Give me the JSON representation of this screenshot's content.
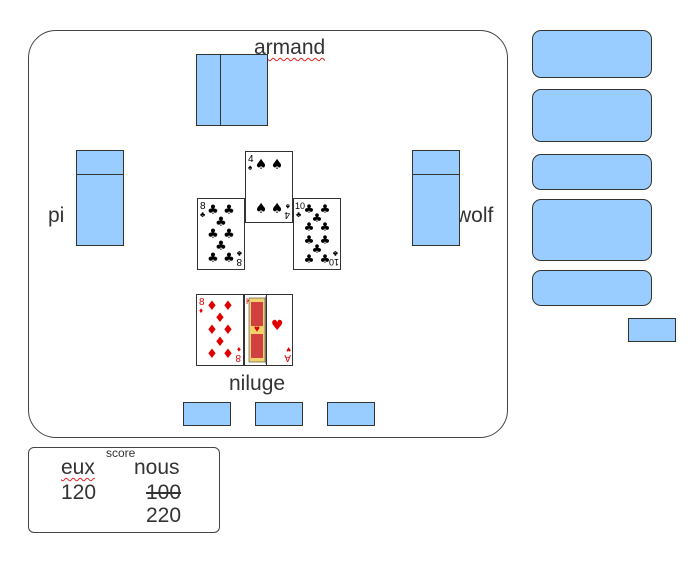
{
  "players": {
    "north": "armand",
    "west": "pi",
    "east": "wolf",
    "south": "niluge"
  },
  "trick_cards": [
    {
      "rank": "4",
      "suit": "spades",
      "position": "north"
    },
    {
      "rank": "8",
      "suit": "clubs",
      "position": "west"
    },
    {
      "rank": "10",
      "suit": "clubs",
      "position": "east"
    }
  ],
  "hand_cards": [
    {
      "rank": "8",
      "suit": "diamonds"
    },
    {
      "rank": "K",
      "suit": "hearts"
    },
    {
      "rank": "A",
      "suit": "hearts"
    }
  ],
  "score": {
    "title": "score",
    "col1_label": "eux",
    "col2_label": "nous",
    "eux_values": [
      "120"
    ],
    "nous_values_struck": [
      "100"
    ],
    "nous_values": [
      "220"
    ]
  },
  "colors": {
    "card_back": "#99ccff",
    "black_suit": "#000000",
    "red_suit": "#e00000"
  }
}
